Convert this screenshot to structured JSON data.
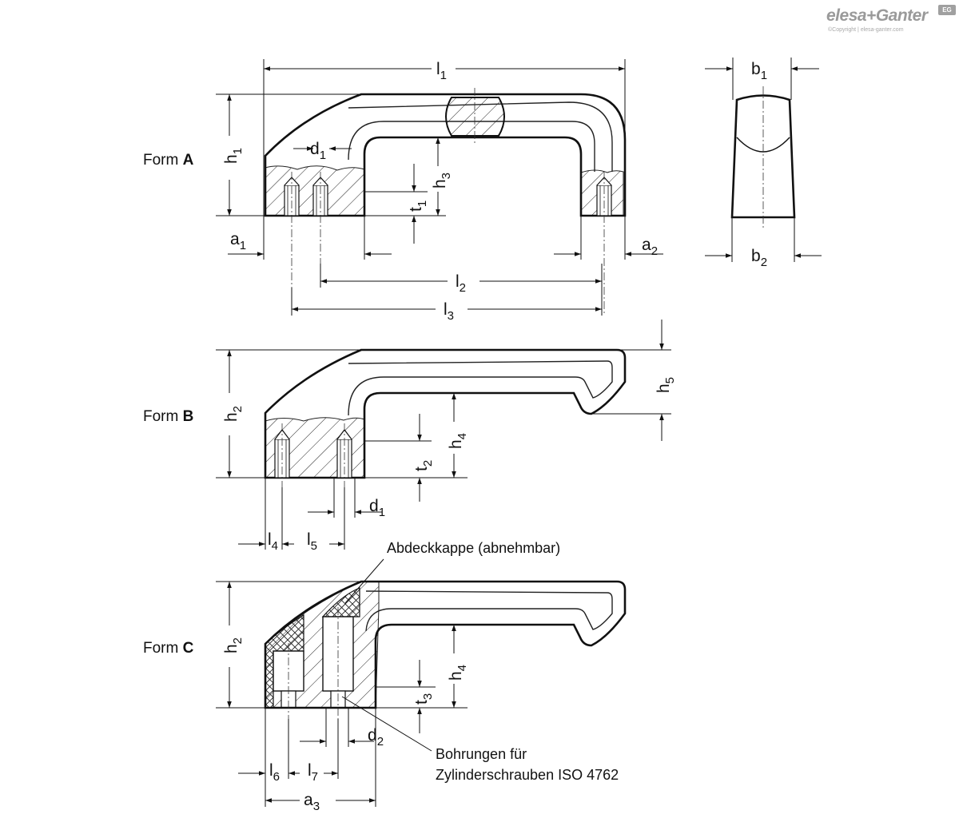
{
  "logo": {
    "brand": "elesa+Ganter",
    "badge": "EG",
    "copyright": "©Copyright | elesa-ganter.com"
  },
  "forms": [
    {
      "prefix": "Form",
      "letter": "A"
    },
    {
      "prefix": "Form",
      "letter": "B"
    },
    {
      "prefix": "Form",
      "letter": "C"
    }
  ],
  "dimensions": {
    "l1": {
      "main": "l",
      "sub": "1"
    },
    "b1": {
      "main": "b",
      "sub": "1"
    },
    "b2": {
      "main": "b",
      "sub": "2"
    },
    "h1": {
      "main": "h",
      "sub": "1"
    },
    "h3": {
      "main": "h",
      "sub": "3"
    },
    "d1_a": {
      "main": "d",
      "sub": "1"
    },
    "t1": {
      "main": "t",
      "sub": "1"
    },
    "a1": {
      "main": "a",
      "sub": "1"
    },
    "a2": {
      "main": "a",
      "sub": "2"
    },
    "l2": {
      "main": "l",
      "sub": "2"
    },
    "l3": {
      "main": "l",
      "sub": "3"
    },
    "h2_b": {
      "main": "h",
      "sub": "2"
    },
    "h5": {
      "main": "h",
      "sub": "5"
    },
    "h4_b": {
      "main": "h",
      "sub": "4"
    },
    "t2": {
      "main": "t",
      "sub": "2"
    },
    "d1_b": {
      "main": "d",
      "sub": "1"
    },
    "l4": {
      "main": "l",
      "sub": "4"
    },
    "l5": {
      "main": "l",
      "sub": "5"
    },
    "h2_c": {
      "main": "h",
      "sub": "2"
    },
    "h4_c": {
      "main": "h",
      "sub": "4"
    },
    "t3": {
      "main": "t",
      "sub": "3"
    },
    "d2": {
      "main": "d",
      "sub": "2"
    },
    "l6": {
      "main": "l",
      "sub": "6"
    },
    "l7": {
      "main": "l",
      "sub": "7"
    },
    "a3": {
      "main": "a",
      "sub": "3"
    }
  },
  "notes": {
    "cap": "Abdeckkappe (abnehmbar)",
    "holes_line1": "Bohrungen für",
    "holes_line2": "Zylinderschrauben ISO 4762"
  }
}
